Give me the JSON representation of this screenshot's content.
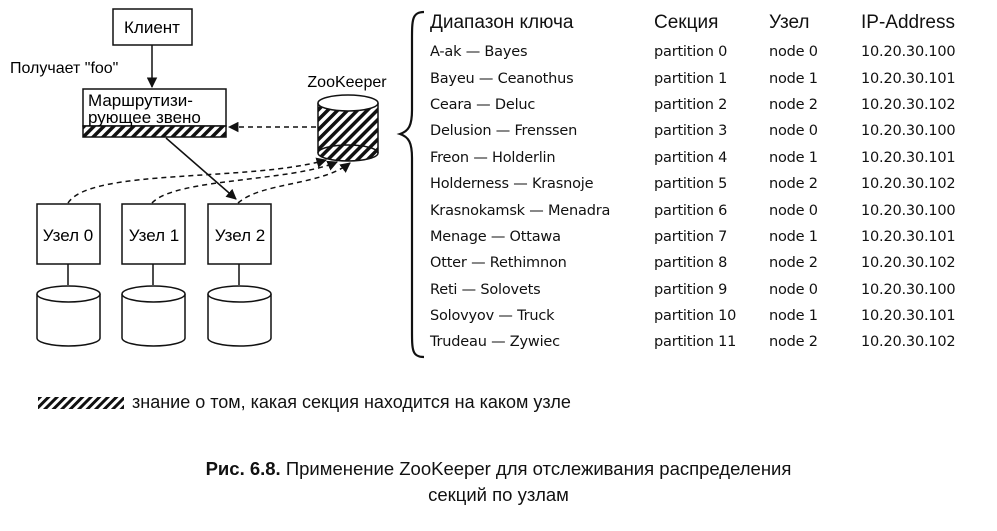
{
  "diagram": {
    "client_label": "Клиент",
    "request_label": "Получает \"foo\"",
    "router_label_line1": "Маршрутизи-",
    "router_label_line2": "рующее звено",
    "zookeeper_label": "ZooKeeper",
    "nodes": [
      "Узел 0",
      "Узел 1",
      "Узел 2"
    ]
  },
  "table": {
    "headers": [
      "Диапазон ключа",
      "Секция",
      "Узел",
      "IP-Address"
    ],
    "rows": [
      [
        "A-ak — Bayes",
        "partition 0",
        "node 0",
        "10.20.30.100"
      ],
      [
        "Bayeu — Ceanothus",
        "partition 1",
        "node 1",
        "10.20.30.101"
      ],
      [
        "Ceara — Deluc",
        "partition 2",
        "node 2",
        "10.20.30.102"
      ],
      [
        "Delusion — Frenssen",
        "partition 3",
        "node 0",
        "10.20.30.100"
      ],
      [
        "Freon — Holderlin",
        "partition 4",
        "node 1",
        "10.20.30.101"
      ],
      [
        "Holderness — Krasnoje",
        "partition 5",
        "node 2",
        "10.20.30.102"
      ],
      [
        "Krasnokamsk — Menadra",
        "partition 6",
        "node 0",
        "10.20.30.100"
      ],
      [
        "Menage — Ottawa",
        "partition 7",
        "node 1",
        "10.20.30.101"
      ],
      [
        "Otter — Rethimnon",
        "partition 8",
        "node 2",
        "10.20.30.102"
      ],
      [
        "Reti — Solovets",
        "partition 9",
        "node 0",
        "10.20.30.100"
      ],
      [
        "Solovyov — Truck",
        "partition 10",
        "node 1",
        "10.20.30.101"
      ],
      [
        "Trudeau — Zywiec",
        "partition 11",
        "node 2",
        "10.20.30.102"
      ]
    ]
  },
  "legend": {
    "text": "знание о том, какая секция находится на каком узле"
  },
  "caption": {
    "label": "Рис. 6.8.",
    "text_line1": "Применение ZooKeeper для отслеживания распределения",
    "text_line2": "секций по узлам"
  }
}
